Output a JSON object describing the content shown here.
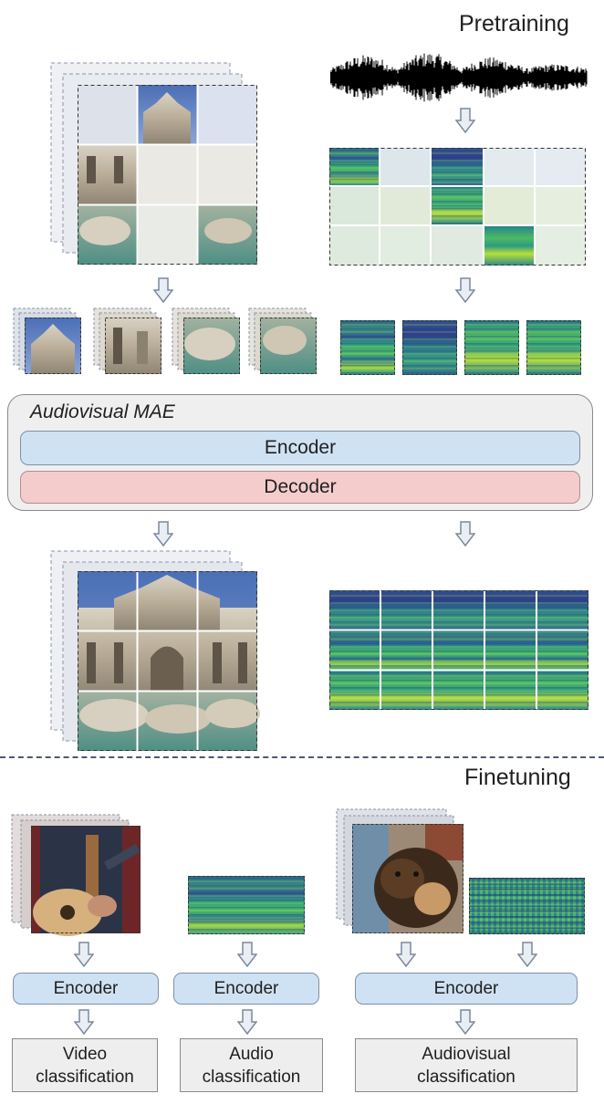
{
  "pretraining_title": "Pretraining",
  "finetuning_title": "Finetuning",
  "mae": {
    "title": "Audiovisual MAE",
    "encoder_label": "Encoder",
    "decoder_label": "Decoder"
  },
  "finetune": {
    "video": {
      "encoder_label": "Encoder",
      "class_line1": "Video",
      "class_line2": "classification"
    },
    "audio": {
      "encoder_label": "Encoder",
      "class_line1": "Audio",
      "class_line2": "classification"
    },
    "audiovisual": {
      "encoder_label": "Encoder",
      "class_line1": "Audiovisual",
      "class_line2": "classification"
    }
  },
  "colors": {
    "encoder": "#cfe2f3",
    "decoder": "#f4cccc",
    "panel": "#efefef",
    "spectrogram_dark": "#2f5f9a",
    "spectrogram_light": "#b8e04a"
  }
}
